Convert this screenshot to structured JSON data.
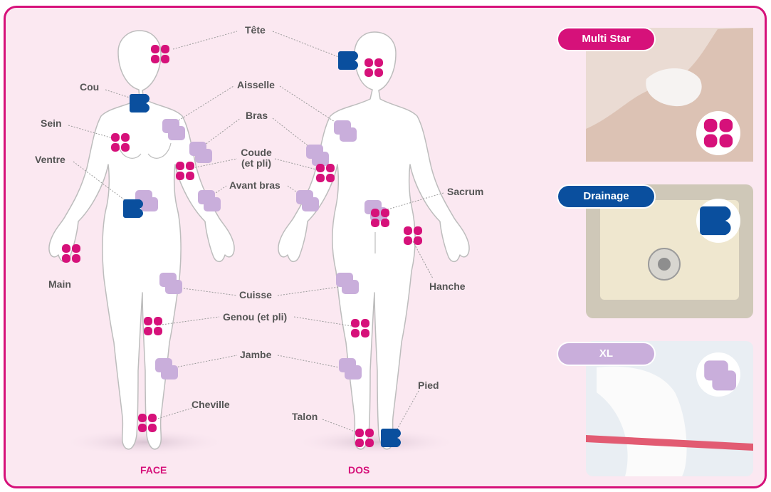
{
  "colors": {
    "magenta": "#d6117a",
    "blue": "#0a4f9e",
    "lilac": "#c9aedb",
    "bg": "#fbe8f1"
  },
  "views": {
    "front": "FACE",
    "back": "DOS"
  },
  "labels": {
    "tete": "Tête",
    "cou": "Cou",
    "aisselle": "Aisselle",
    "bras": "Bras",
    "sein": "Sein",
    "coude1": "Coude",
    "coude2": "(et pli)",
    "ventre": "Ventre",
    "avant_bras": "Avant bras",
    "sacrum": "Sacrum",
    "main": "Main",
    "hanche": "Hanche",
    "cuisse": "Cuisse",
    "genou": "Genou (et pli)",
    "jambe": "Jambe",
    "cheville": "Cheville",
    "pied": "Pied",
    "talon": "Talon"
  },
  "products": [
    {
      "name": "Multi Star",
      "color": "#d6117a",
      "icon": "star-dressing-icon"
    },
    {
      "name": "Drainage",
      "color": "#0a4f9e",
      "icon": "drainage-dressing-icon"
    },
    {
      "name": "XL",
      "color": "#c9aedb",
      "icon": "xl-dressing-icon"
    }
  ]
}
